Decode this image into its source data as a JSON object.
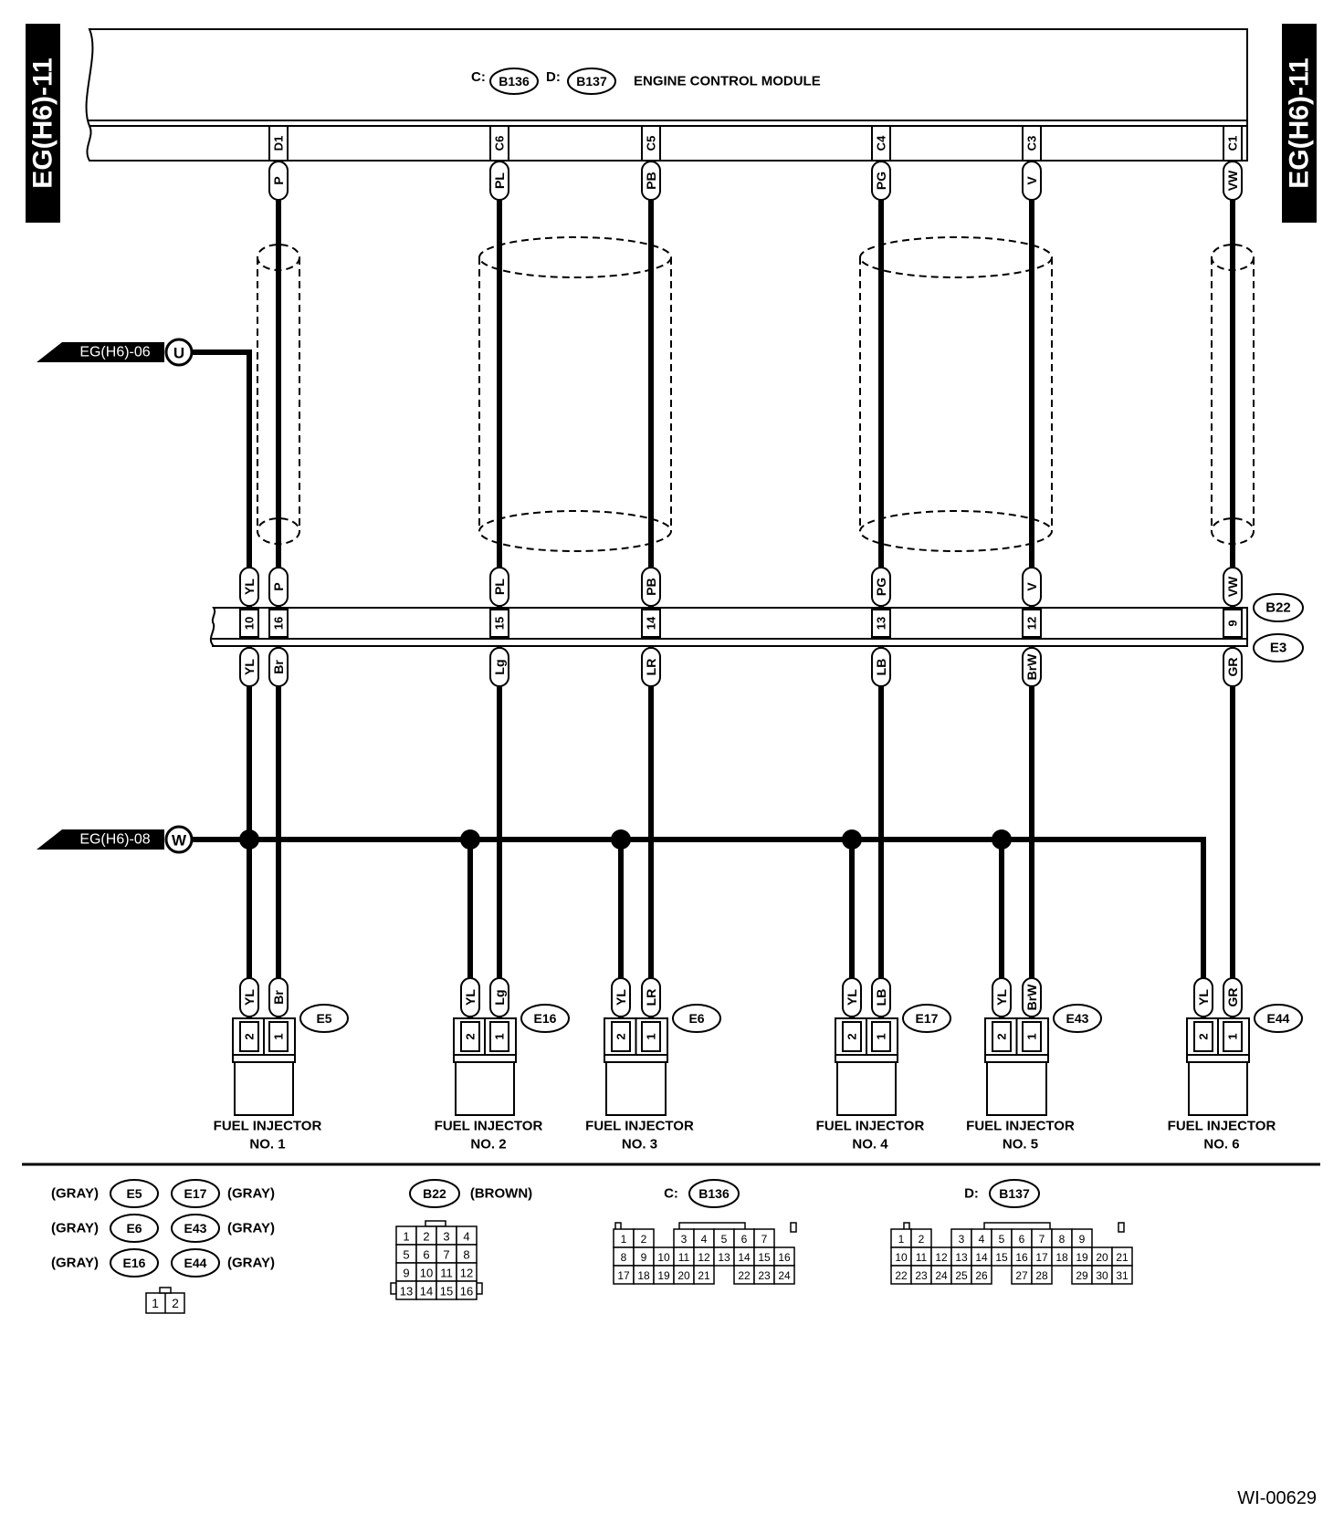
{
  "page_refs": {
    "left": "EG(H6)-11",
    "right": "EG(H6)-11"
  },
  "ecm": {
    "title": "ENGINE CONTROL MODULE",
    "connectors": [
      {
        "prefix": "C:",
        "id": "B136"
      },
      {
        "prefix": "D:",
        "id": "B137"
      }
    ]
  },
  "offpage": [
    {
      "text": "EG(H6)-06",
      "letter": "U"
    },
    {
      "text": "EG(H6)-08",
      "letter": "W"
    }
  ],
  "ecm_pins": [
    {
      "pin": "D1",
      "wire": "P"
    },
    {
      "pin": "C6",
      "wire": "PL"
    },
    {
      "pin": "C5",
      "wire": "PB"
    },
    {
      "pin": "C4",
      "wire": "PG"
    },
    {
      "pin": "C3",
      "wire": "V"
    },
    {
      "pin": "C1",
      "wire": "VW"
    }
  ],
  "joint": {
    "upper_id": "B22",
    "lower_id": "E3",
    "pins": [
      {
        "pin": "10",
        "upper": "YL",
        "lower": "YL"
      },
      {
        "pin": "16",
        "upper": "P",
        "lower": "Br"
      },
      {
        "pin": "15",
        "upper": "PL",
        "lower": "Lg"
      },
      {
        "pin": "14",
        "upper": "PB",
        "lower": "LR"
      },
      {
        "pin": "13",
        "upper": "PG",
        "lower": "LB"
      },
      {
        "pin": "12",
        "upper": "V",
        "lower": "BrW"
      },
      {
        "pin": "9",
        "upper": "VW",
        "lower": "GR"
      }
    ]
  },
  "injectors": [
    {
      "id": "E5",
      "label1": "FUEL INJECTOR",
      "label2": "NO. 1",
      "pin2": "2",
      "pin1": "1",
      "wire2": "YL",
      "wire1": "Br"
    },
    {
      "id": "E16",
      "label1": "FUEL INJECTOR",
      "label2": "NO. 2",
      "pin2": "2",
      "pin1": "1",
      "wire2": "YL",
      "wire1": "Lg"
    },
    {
      "id": "E6",
      "label1": "FUEL INJECTOR",
      "label2": "NO. 3",
      "pin2": "2",
      "pin1": "1",
      "wire2": "YL",
      "wire1": "LR"
    },
    {
      "id": "E17",
      "label1": "FUEL INJECTOR",
      "label2": "NO. 4",
      "pin2": "2",
      "pin1": "1",
      "wire2": "YL",
      "wire1": "LB"
    },
    {
      "id": "E43",
      "label1": "FUEL INJECTOR",
      "label2": "NO. 5",
      "pin2": "2",
      "pin1": "1",
      "wire2": "YL",
      "wire1": "BrW"
    },
    {
      "id": "E44",
      "label1": "FUEL INJECTOR",
      "label2": "NO. 6",
      "pin2": "2",
      "pin1": "1",
      "wire2": "YL",
      "wire1": "GR"
    }
  ],
  "legend": {
    "gray_left": [
      {
        "color": "(GRAY)",
        "id": "E5"
      },
      {
        "color": "(GRAY)",
        "id": "E6"
      },
      {
        "color": "(GRAY)",
        "id": "E16"
      }
    ],
    "gray_right": [
      {
        "color": "(GRAY)",
        "id": "E17"
      },
      {
        "color": "(GRAY)",
        "id": "E43"
      },
      {
        "color": "(GRAY)",
        "id": "E44"
      }
    ],
    "gray_pins": [
      "1",
      "2"
    ],
    "b22": {
      "id": "B22",
      "color": "(BROWN)",
      "rows": [
        [
          "1",
          "2",
          "3",
          "4"
        ],
        [
          "5",
          "6",
          "7",
          "8"
        ],
        [
          "9",
          "10",
          "11",
          "12"
        ],
        [
          "13",
          "14",
          "15",
          "16"
        ]
      ]
    },
    "b136": {
      "prefix": "C:",
      "id": "B136",
      "row1": [
        "1",
        "2",
        "",
        "3",
        "4",
        "5",
        "6",
        "7"
      ],
      "row2": [
        "8",
        "9",
        "10",
        "11",
        "12",
        "13",
        "14",
        "15",
        "16"
      ],
      "row3": [
        "17",
        "18",
        "19",
        "20",
        "21",
        "",
        "22",
        "23",
        "24"
      ]
    },
    "b137": {
      "prefix": "D:",
      "id": "B137",
      "row1": [
        "1",
        "2",
        "",
        "3",
        "4",
        "5",
        "6",
        "7",
        "8",
        "9"
      ],
      "row2": [
        "10",
        "11",
        "12",
        "13",
        "14",
        "15",
        "16",
        "17",
        "18",
        "19",
        "20",
        "21"
      ],
      "row3": [
        "22",
        "23",
        "24",
        "25",
        "26",
        "",
        "27",
        "28",
        "",
        "29",
        "30",
        "31"
      ]
    }
  },
  "figure_id": "WI-00629"
}
